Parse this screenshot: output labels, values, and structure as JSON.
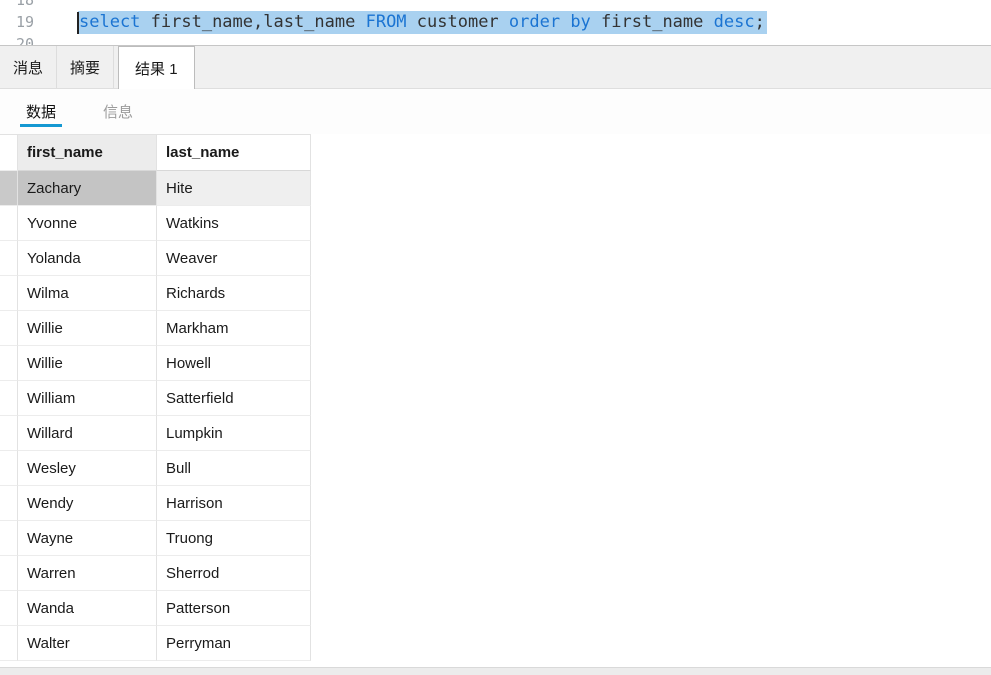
{
  "colors": {
    "keyword_blue": "#1b74d2",
    "editor_selection_blue": "#a9d1f0",
    "active_subtab_underline": "#1598d2",
    "selected_cell_gray": "#c4c4c4",
    "selected_row_gray": "#efefef"
  },
  "editor": {
    "line_numbers": {
      "prev": "18",
      "current": "19",
      "next": "20"
    },
    "sql_text": "select first_name,last_name FROM customer order by first_name desc;",
    "sql_tokens": [
      {
        "text": "select ",
        "type": "keyword"
      },
      {
        "text": "first_name,last_name ",
        "type": "plain"
      },
      {
        "text": "FROM ",
        "type": "keyword"
      },
      {
        "text": "customer ",
        "type": "plain"
      },
      {
        "text": "order by ",
        "type": "keyword"
      },
      {
        "text": "first_name ",
        "type": "plain"
      },
      {
        "text": "desc",
        "type": "keyword"
      },
      {
        "text": ";",
        "type": "plain"
      }
    ]
  },
  "result_tabs": [
    {
      "label": "消息",
      "active": false
    },
    {
      "label": "摘要",
      "active": false
    },
    {
      "label": "结果 1",
      "active": true
    }
  ],
  "sub_tabs": [
    {
      "label": "数据",
      "active": true
    },
    {
      "label": "信息",
      "active": false
    }
  ],
  "grid": {
    "columns": [
      "first_name",
      "last_name"
    ],
    "selected": {
      "row_index": 0,
      "column": "first_name"
    },
    "rows": [
      {
        "first_name": "Zachary",
        "last_name": "Hite"
      },
      {
        "first_name": "Yvonne",
        "last_name": "Watkins"
      },
      {
        "first_name": "Yolanda",
        "last_name": "Weaver"
      },
      {
        "first_name": "Wilma",
        "last_name": "Richards"
      },
      {
        "first_name": "Willie",
        "last_name": "Markham"
      },
      {
        "first_name": "Willie",
        "last_name": "Howell"
      },
      {
        "first_name": "William",
        "last_name": "Satterfield"
      },
      {
        "first_name": "Willard",
        "last_name": "Lumpkin"
      },
      {
        "first_name": "Wesley",
        "last_name": "Bull"
      },
      {
        "first_name": "Wendy",
        "last_name": "Harrison"
      },
      {
        "first_name": "Wayne",
        "last_name": "Truong"
      },
      {
        "first_name": "Warren",
        "last_name": "Sherrod"
      },
      {
        "first_name": "Wanda",
        "last_name": "Patterson"
      },
      {
        "first_name": "Walter",
        "last_name": "Perryman"
      }
    ]
  }
}
